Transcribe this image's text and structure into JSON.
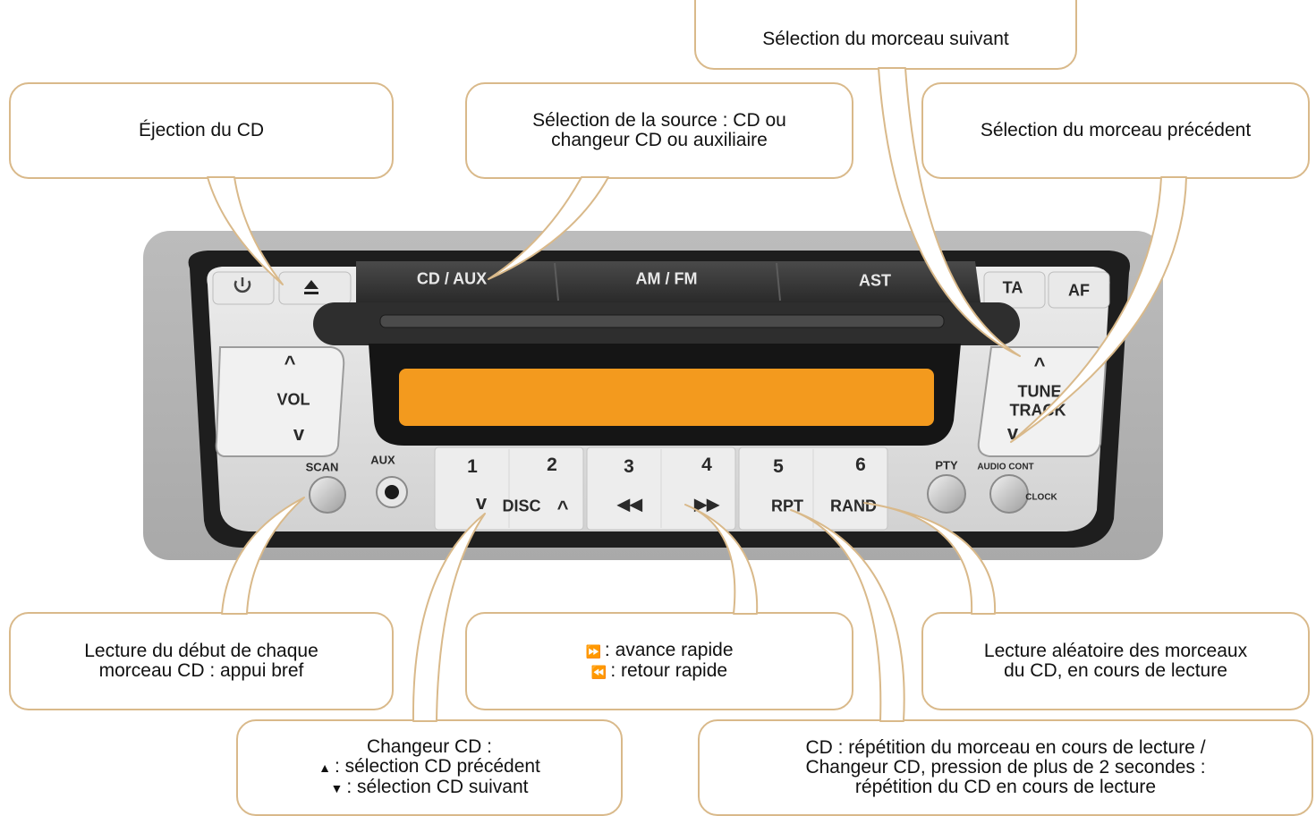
{
  "callouts": {
    "ejection": "Éjection du CD",
    "source": [
      "Sélection de la source : CD ou",
      "changeur CD ou auxiliaire"
    ],
    "next_track": "Sélection du morceau suivant",
    "prev_track": "Sélection du morceau précédent",
    "scan": [
      "Lecture du début de chaque",
      "morceau CD : appui bref"
    ],
    "fast": {
      "ff_icon": "⏩",
      "ff_text": ": avance rapide",
      "rw_icon": "⏪",
      "rw_text": ": retour rapide"
    },
    "random": [
      "Lecture aléatoire des morceaux",
      "du CD, en cours de lecture"
    ],
    "changer": {
      "title": "Changeur CD :",
      "up_icon": "▲",
      "up_text": ": sélection CD précédent",
      "down_icon": "▼",
      "down_text": ": sélection CD suivant"
    },
    "repeat": [
      "CD : répétition du morceau en cours de lecture /",
      "Changeur CD, pression de plus de 2 secondes :",
      "répétition du CD en cours de lecture"
    ]
  },
  "radio": {
    "power_icon": "power-icon",
    "eject_icon": "eject-icon",
    "cd_aux": "CD / AUX",
    "am_fm": "AM / FM",
    "ast": "AST",
    "ta": "TA",
    "af": "AF",
    "vol": "VOL",
    "tune": "TUNE",
    "track": "TRACK",
    "scan": "SCAN",
    "aux": "AUX",
    "preset_1": "1",
    "preset_2": "2",
    "preset_3": "3",
    "preset_4": "4",
    "preset_5": "5",
    "preset_6": "6",
    "disc": "DISC",
    "rpt": "RPT",
    "rand": "RAND",
    "pty": "PTY",
    "audio_cont": "AUDIO CONT",
    "clock": "CLOCK",
    "up_chevron": "^",
    "down_chevron": "v",
    "display_color": "#f39a1e",
    "callout_border_color": "#d9b98a"
  }
}
